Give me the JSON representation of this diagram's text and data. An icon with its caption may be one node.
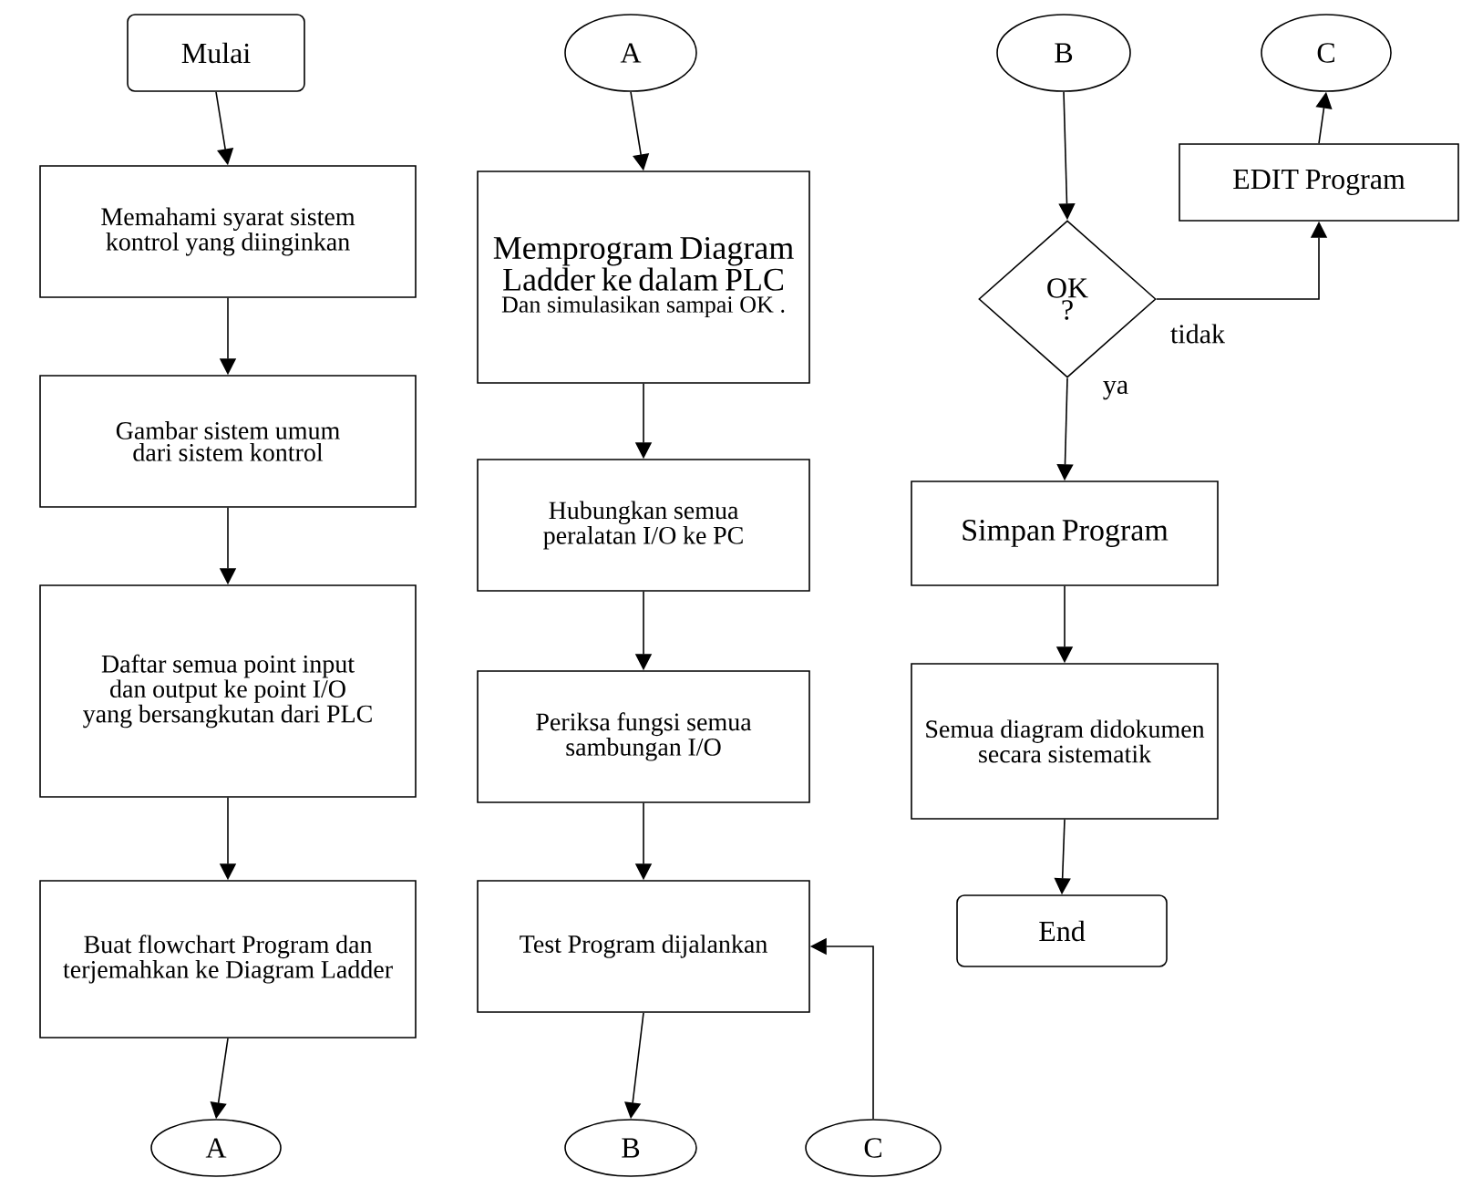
{
  "diagram": {
    "nodes": [
      {
        "text": [
          "Mulai"
        ]
      },
      {
        "text": [
          "Memahami syarat sistem kontrol yang diinginkan"
        ]
      },
      {
        "text": [
          "Gambar sistem umum dari sistem kontrol"
        ]
      },
      {
        "text": [
          "Daftar semua point input dan output ke point I/O yang bersangkutan dari PLC"
        ]
      },
      {
        "text": [
          "Buat flowchart Program dan terjemahkan ke Diagram Ladder"
        ]
      },
      {
        "text": [
          "A"
        ]
      },
      {
        "text": [
          "A"
        ]
      },
      {
        "text": [
          "Memprogram Diagram Ladder ke dalam PLC",
          "Dan simulasikan sampai OK ."
        ]
      },
      {
        "text": [
          "Hubungkan semua peralatan I/O ke PC"
        ]
      },
      {
        "text": [
          "Periksa fungsi semua sambungan I/O"
        ]
      },
      {
        "text": [
          "Test Program dijalankan"
        ]
      },
      {
        "text": [
          "B"
        ]
      },
      {
        "text": [
          "C"
        ]
      },
      {
        "text": [
          "B"
        ]
      },
      {
        "text": [
          "C"
        ]
      },
      {
        "text": [
          "EDIT Program"
        ]
      },
      {
        "text": [
          "OK ?"
        ]
      },
      {
        "text": [
          "Simpan Program"
        ]
      },
      {
        "text": [
          "Semua diagram didokumen secara sistematik"
        ]
      },
      {
        "text": [
          "End"
        ]
      }
    ],
    "edges": [
      {
        "from": 0,
        "to": 1,
        "arrow": "to"
      },
      {
        "from": 1,
        "to": 2,
        "arrow": "to"
      },
      {
        "from": 2,
        "to": 3,
        "arrow": "to"
      },
      {
        "from": 3,
        "to": 4,
        "arrow": "to"
      },
      {
        "from": 4,
        "to": 5,
        "arrow": "to"
      },
      {
        "from": 6,
        "to": 7,
        "arrow": "to"
      },
      {
        "from": 7,
        "to": 8,
        "arrow": "to"
      },
      {
        "from": 8,
        "to": 9,
        "arrow": "to"
      },
      {
        "from": 9,
        "to": 10,
        "arrow": "to"
      },
      {
        "from": 10,
        "to": 11,
        "arrow": "to"
      },
      {
        "from": 12,
        "to": 10,
        "arrow": "to"
      },
      {
        "from": 13,
        "to": 16,
        "arrow": "to"
      },
      {
        "from": 16,
        "to": 15,
        "arrow": "to",
        "label": "tidak"
      },
      {
        "from": 15,
        "to": 14,
        "arrow": "to"
      },
      {
        "from": 16,
        "to": 17,
        "arrow": "to",
        "label": "ya"
      },
      {
        "from": 17,
        "to": 18,
        "arrow": "to"
      },
      {
        "from": 18,
        "to": 19,
        "arrow": "to"
      }
    ]
  }
}
